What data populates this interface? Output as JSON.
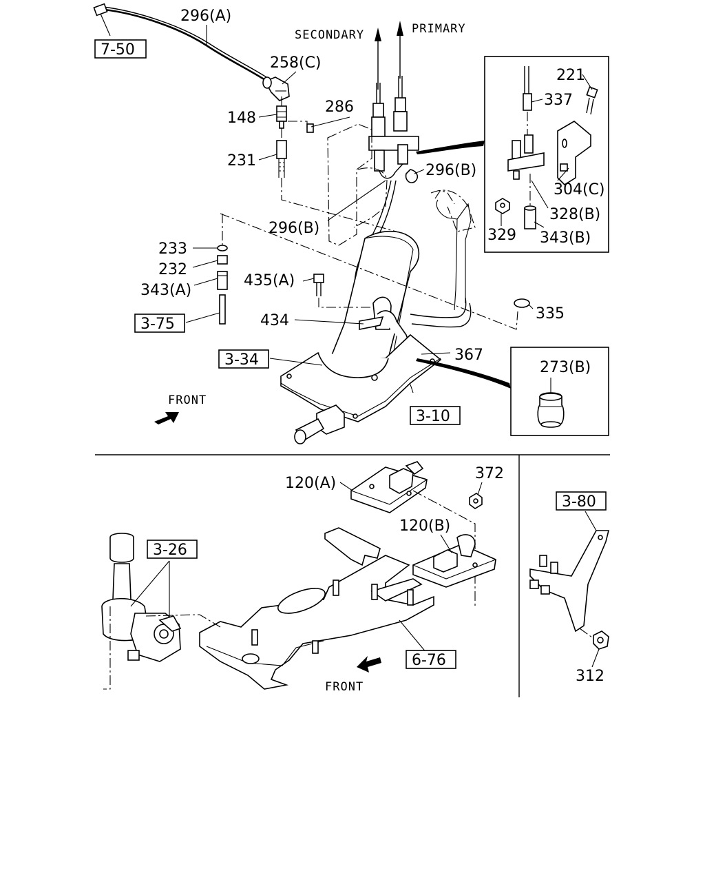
{
  "labels": {
    "p296a": "296(A)",
    "r750": "7-50",
    "secondary": "SECONDARY",
    "primary": "PRIMARY",
    "p258c": "258(C)",
    "p148": "148",
    "p286": "286",
    "p231": "231",
    "p296b_1": "296(B)",
    "p296b_2": "296(B)",
    "p221": "221",
    "p337": "337",
    "p304c": "304(C)",
    "p328b": "328(B)",
    "p329": "329",
    "p343b": "343(B)",
    "p233": "233",
    "p232": "232",
    "p343a": "343(A)",
    "r375": "3-75",
    "p435a": "435(A)",
    "p434": "434",
    "p335": "335",
    "p367": "367",
    "r334": "3-34",
    "front1": "FRONT",
    "r310": "3-10",
    "p273b": "273(B)",
    "p120a": "120(A)",
    "p372": "372",
    "p120b": "120(B)",
    "r326": "3-26",
    "r676": "6-76",
    "front2": "FRONT",
    "r380": "3-80",
    "p312": "312"
  }
}
